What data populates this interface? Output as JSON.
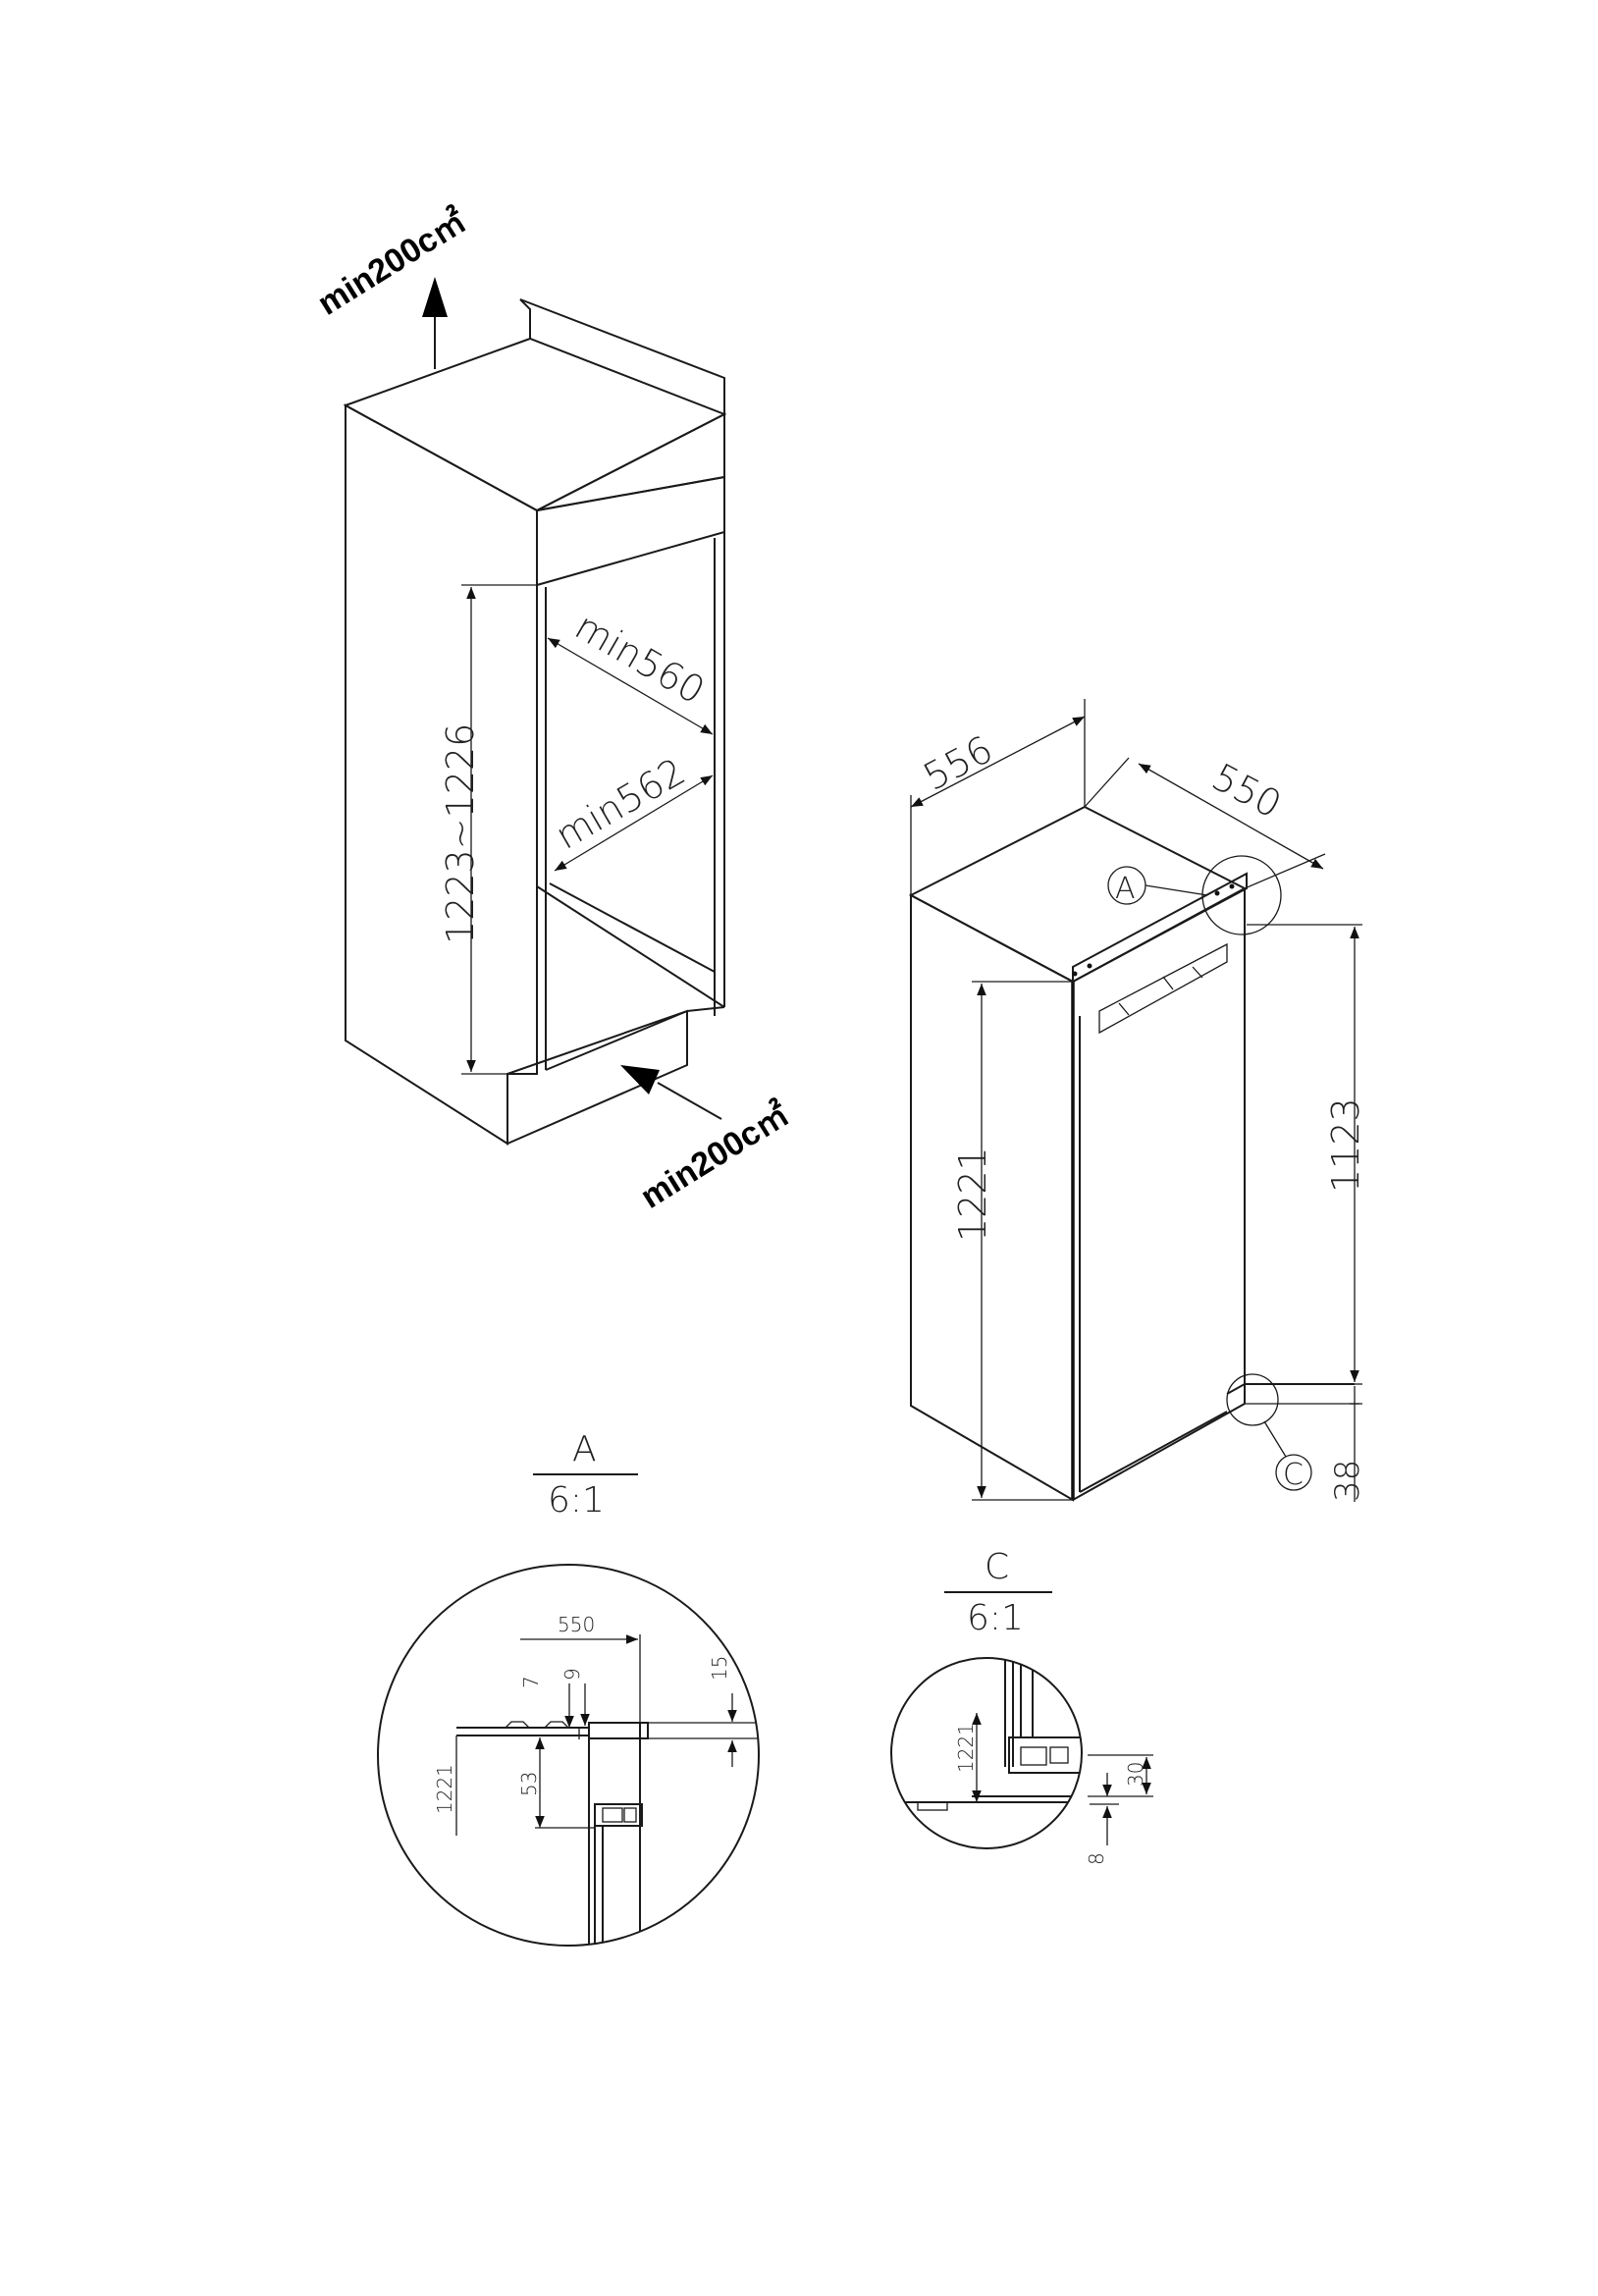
{
  "ventilation": {
    "top": "min200c㎡",
    "bottom": "min200c㎡"
  },
  "niche": {
    "height": "1223~1226",
    "depth": "min560",
    "width": "min562"
  },
  "appliance": {
    "width": "556",
    "depth": "550",
    "height": "1221",
    "hinge_height": "1123",
    "bottom_offset": "38"
  },
  "callouts": {
    "a": "A",
    "c": "C"
  },
  "detail_a": {
    "label": "A",
    "scale": "6:1",
    "dim_550": "550",
    "dim_7": "7",
    "dim_9": "9",
    "dim_15": "15",
    "dim_1221": "1221",
    "dim_53": "53"
  },
  "detail_c": {
    "label": "C",
    "scale": "6:1",
    "dim_1221": "1221",
    "dim_30": "30",
    "dim_8": "8"
  }
}
